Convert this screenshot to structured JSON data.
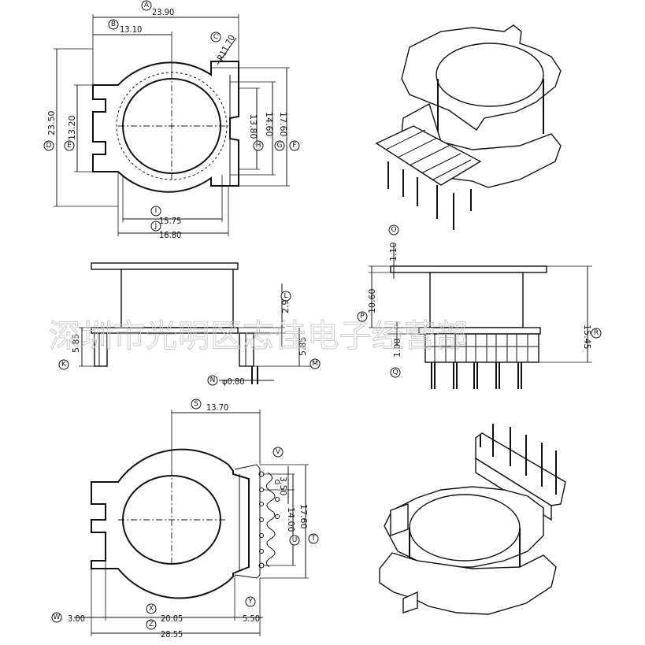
{
  "watermark": "深圳市光明区志佳电子经营部",
  "views": {
    "top": {
      "dims": {
        "A": "23.90",
        "B": "13.10",
        "C": "R11.70",
        "D": "23.50",
        "E": "13.20",
        "F": "17.60",
        "G": "14.60",
        "H": "13.80",
        "I": "15.75",
        "J": "16.80"
      }
    },
    "side_left": {
      "dims": {
        "K": "5.85",
        "L": "2.90",
        "M": "5.85",
        "N": "φ0.80"
      }
    },
    "side_right": {
      "dims": {
        "O": "1.10",
        "P": "10.60",
        "Q": "1.00",
        "R": "15.45"
      }
    },
    "bottom": {
      "dims": {
        "S": "13.70",
        "T": "17.60",
        "U": "14.00",
        "V": "3.50",
        "W": "3.00",
        "X": "20.05",
        "Y": "5.50",
        "Z": "28.55"
      }
    }
  },
  "labels": [
    "A",
    "B",
    "C",
    "D",
    "E",
    "F",
    "G",
    "H",
    "I",
    "J",
    "K",
    "L",
    "M",
    "N",
    "O",
    "P",
    "Q",
    "R",
    "S",
    "T",
    "U",
    "V",
    "W",
    "X",
    "Y",
    "Z"
  ]
}
